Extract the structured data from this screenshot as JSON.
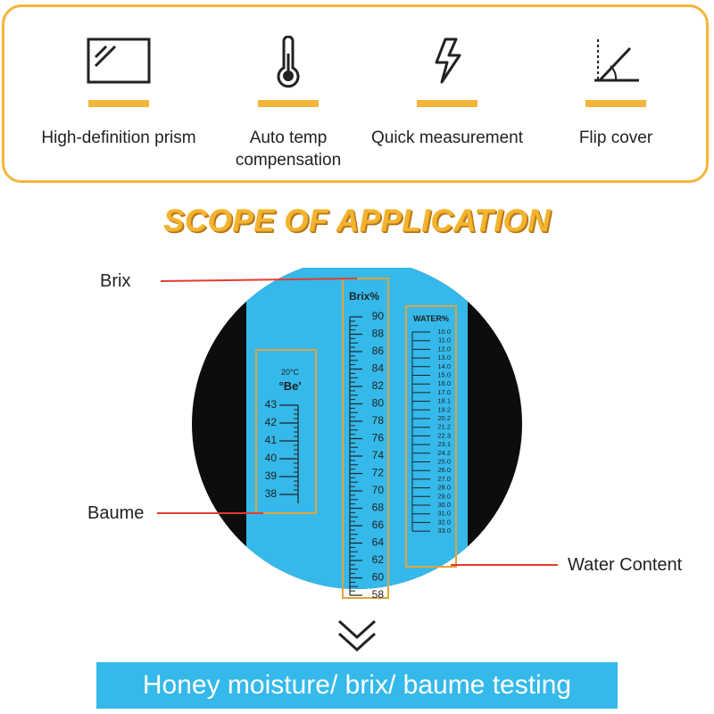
{
  "features": [
    {
      "label": "High-definition prism",
      "icon": "prism-screen-icon"
    },
    {
      "label": "Auto temp compensation",
      "icon": "thermometer-icon"
    },
    {
      "label": "Quick measurement",
      "icon": "lightning-icon"
    },
    {
      "label": "Flip cover",
      "icon": "flip-cover-icon"
    }
  ],
  "scope_title": "SCOPE OF APPLICATION",
  "callouts": {
    "brix": "Brix",
    "baume": "Baume",
    "water": "Water Content"
  },
  "scale": {
    "baume_temp": "20°C",
    "baume_unit": "°Be'",
    "baume_values": [
      "43",
      "42",
      "41",
      "40",
      "39",
      "38"
    ],
    "brix_header": "Brix%",
    "brix_values": [
      "90",
      "88",
      "86",
      "84",
      "82",
      "80",
      "78",
      "76",
      "74",
      "72",
      "70",
      "68",
      "66",
      "64",
      "62",
      "60",
      "58"
    ],
    "water_header": "WATER%",
    "water_values": [
      "10.0",
      "11.0",
      "12.0",
      "13.0",
      "14.0",
      "15.0",
      "16.0",
      "17.0",
      "18.1",
      "19.2",
      "20.2",
      "21.2",
      "22.3",
      "23.1",
      "24.2",
      "25.0",
      "26.0",
      "27.0",
      "28.0",
      "29.0",
      "30.0",
      "31.0",
      "32.0",
      "33.0"
    ]
  },
  "colors": {
    "accent": "#f3b53a",
    "scale_blue": "#35b9ea",
    "callout_line": "#e53b2f"
  },
  "banner_text": "Honey moisture/ brix/ baume testing"
}
